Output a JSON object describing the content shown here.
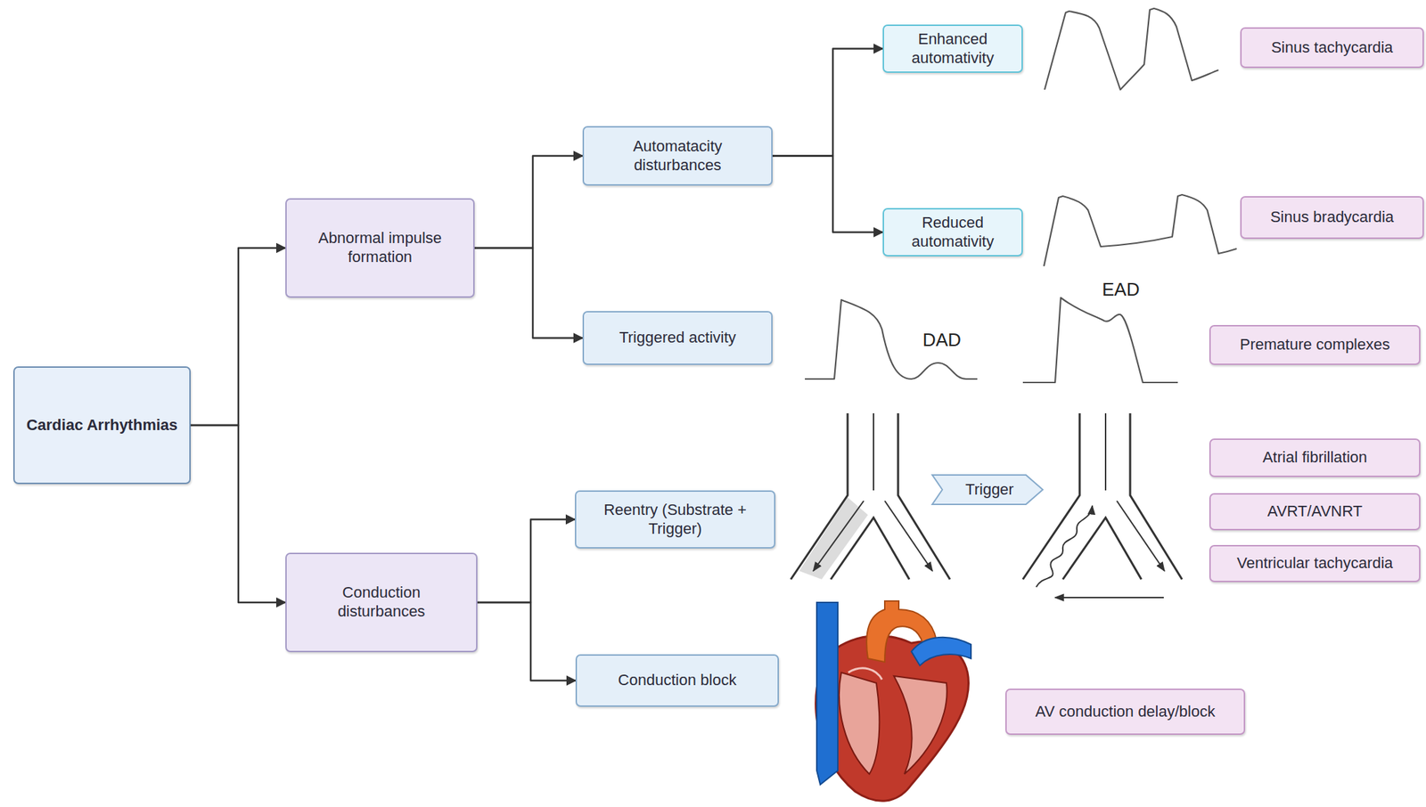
{
  "diagram": {
    "nodes": [
      {
        "text": [
          "Cardiac Arrhythmias"
        ]
      },
      {
        "text": [
          "Abnormal impulse formation"
        ]
      },
      {
        "text": [
          "Conduction disturbances"
        ]
      },
      {
        "text": [
          "Automatacity disturbances"
        ]
      },
      {
        "text": [
          "Triggered activity"
        ]
      },
      {
        "text": [
          "Reentry (Substrate + Trigger)"
        ]
      },
      {
        "text": [
          "Conduction block"
        ]
      },
      {
        "text": [
          "Enhanced automativity"
        ]
      },
      {
        "text": [
          "Reduced automativity"
        ]
      },
      {
        "text": [
          "Sinus tachycardia"
        ]
      },
      {
        "text": [
          "Sinus bradycardia"
        ]
      },
      {
        "text": [
          "Premature complexes"
        ]
      },
      {
        "text": [
          "Atrial fibrillation"
        ]
      },
      {
        "text": [
          "AVRT/AVNRT"
        ]
      },
      {
        "text": [
          "Ventricular tachycardia"
        ]
      },
      {
        "text": [
          "AV conduction delay/block"
        ]
      },
      {
        "text": [
          "Trigger"
        ]
      }
    ],
    "edges": [
      {
        "from": 0,
        "to": 1,
        "arrow": "to"
      },
      {
        "from": 0,
        "to": 2,
        "arrow": "to"
      },
      {
        "from": 1,
        "to": 3,
        "arrow": "to"
      },
      {
        "from": 1,
        "to": 4,
        "arrow": "to"
      },
      {
        "from": 2,
        "to": 5,
        "arrow": "to"
      },
      {
        "from": 2,
        "to": 6,
        "arrow": "to"
      },
      {
        "from": 3,
        "to": 7,
        "arrow": "to"
      },
      {
        "from": 3,
        "to": 8,
        "arrow": "to"
      }
    ],
    "labels": [
      "DAD",
      "EAD"
    ]
  }
}
